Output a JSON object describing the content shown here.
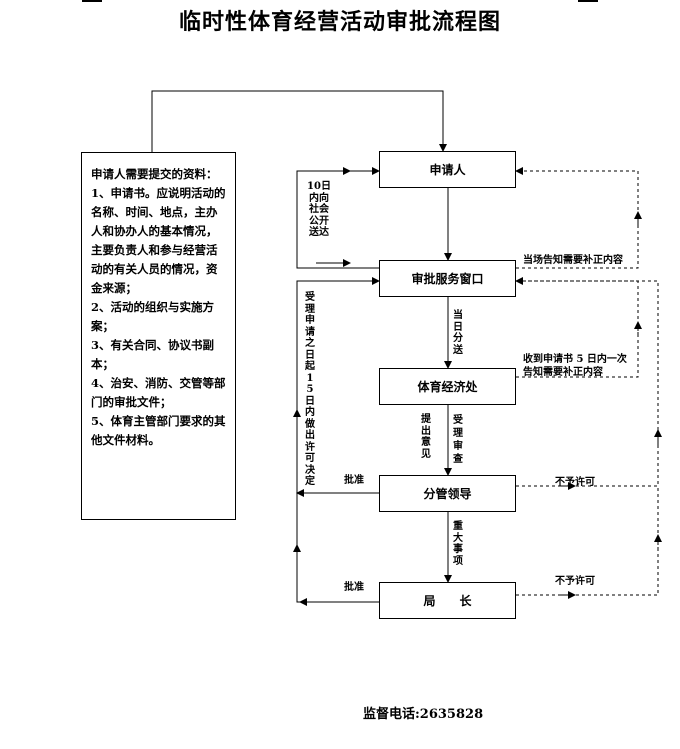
{
  "title": "临时性体育经营活动审批流程图",
  "nodes": {
    "applicant": "申请人",
    "service_window": "审批服务窗口",
    "sports_office": "体育经济处",
    "leader": "分管领导",
    "director": "局　　长"
  },
  "materials": {
    "heading": "申请人需要提交的资料：",
    "items": [
      "1、申请书。应说明活动的名称、时间、地点，主办人和协办人的基本情况，主要负责人和参与经营活动的有关人员的情况，资金来源；",
      "2、活动的组织与实施方案；",
      "3、有关合同、协议书副本；",
      "4、治安、消防、交管等部门的审批文件；",
      "5、体育主管部门要求的其他文件材料。"
    ]
  },
  "labels": {
    "notify_10days": "10日内向社会公开送达",
    "accept_decide": "受理申请之日起15日内做出许可决定",
    "notify_onsite": "当场告知需要补正内容",
    "forward_same_day": "当日分送",
    "notify_5days_l1": "收到申请书 5 日内一次",
    "notify_5days_l2": "告知需要补正内容",
    "opinion": "提出意见",
    "accept_review": "受理审查",
    "major_matter": "重大事项",
    "approve_1": "批准",
    "approve_2": "批准",
    "deny_1": "不予许可",
    "deny_2": "不予许可"
  },
  "phone": "监督电话:2635828"
}
